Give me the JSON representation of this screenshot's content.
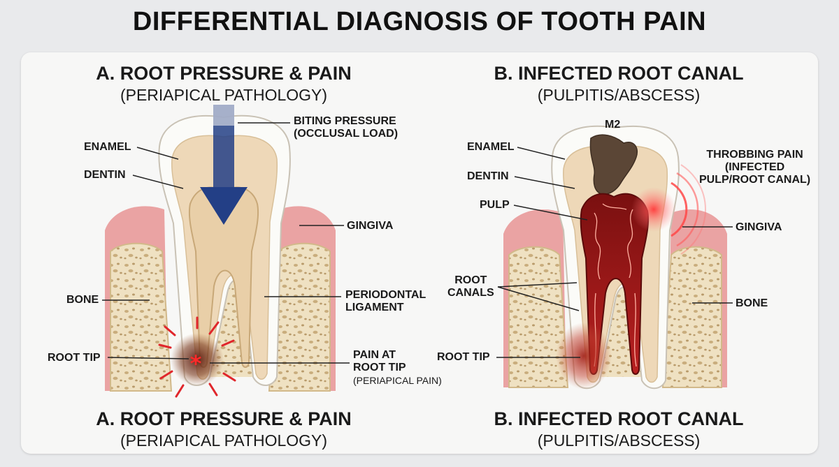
{
  "title": "DIFFERENTIAL DIAGNOSIS OF TOOTH PAIN",
  "panel_a": {
    "heading": "A. ROOT PRESSURE & PAIN",
    "subheading": "(PERIAPICAL PATHOLOGY)",
    "footer_heading": "A. ROOT PRESSURE & PAIN",
    "footer_subheading": "(PERIAPICAL PATHOLOGY)",
    "labels": {
      "biting_1": "BITING PRESSURE",
      "biting_2": "(OCCLUSAL LOAD)",
      "enamel": "ENAMEL",
      "dentin": "DENTIN",
      "gingiva": "GINGIVA",
      "bone": "BONE",
      "pdl_1": "PERIODONTAL",
      "pdl_2": "LIGAMENT",
      "root_tip": "ROOT TIP",
      "pain_1": "PAIN AT",
      "pain_2": "ROOT TIP",
      "pain_3": "(PERIAPICAL PAIN)"
    }
  },
  "panel_b": {
    "heading": "B. INFECTED ROOT CANAL",
    "subheading": "(PULPITIS/ABSCESS)",
    "footer_heading": "B. INFECTED ROOT CANAL",
    "footer_subheading": "(PULPITIS/ABSCESS)",
    "labels": {
      "m2": "M2",
      "enamel": "ENAMEL",
      "dentin": "DENTIN",
      "pulp": "PULP",
      "throb_1": "THROBBING PAIN",
      "throb_2": "(INFECTED",
      "throb_3": "PULP/ROOT CANAL)",
      "gingiva": "GINGIVA",
      "canals_1": "ROOT",
      "canals_2": "CANALS",
      "bone": "BONE",
      "root_tip": "ROOT TIP"
    }
  },
  "colors": {
    "arrow": "#233f86",
    "pain_red": "#e0262b",
    "gum": "#e8a0a0",
    "bone": "#efe0c0",
    "enamel": "#fbfbf8",
    "dentin": "#efd8b8"
  }
}
